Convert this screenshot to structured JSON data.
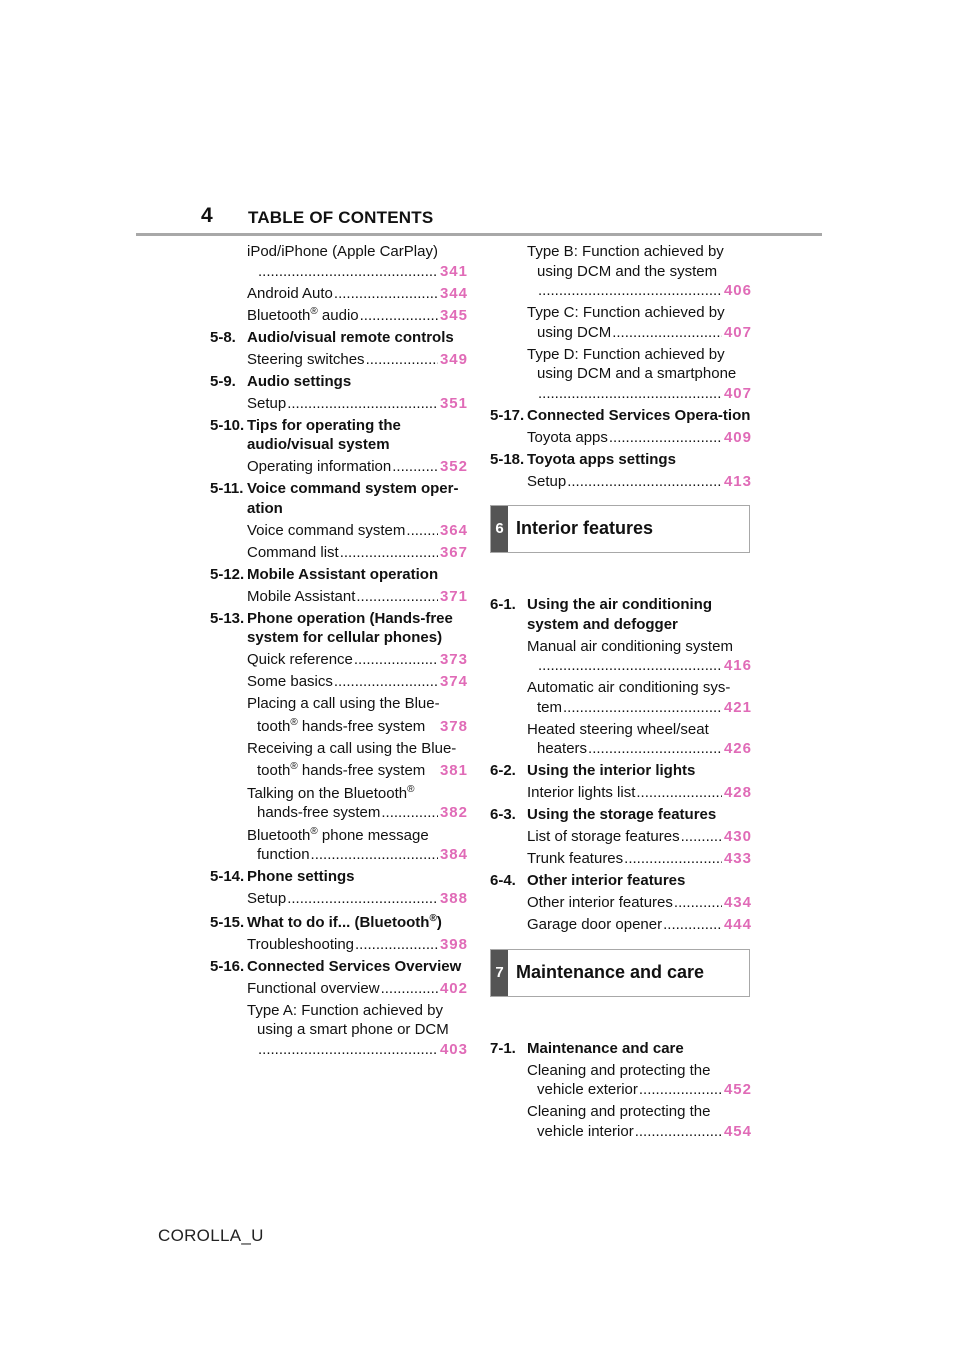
{
  "header": {
    "page_number": "4",
    "title": "TABLE OF CONTENTS"
  },
  "footer": {
    "code": "COROLLA_U"
  },
  "left": {
    "e1": {
      "text": "iPod/iPhone (Apple CarPlay)",
      "page": "341"
    },
    "e2": {
      "text": "Android Auto",
      "page": "344"
    },
    "e3": {
      "text": "Bluetooth",
      "reg": "®",
      "text_after": " audio",
      "page": "345"
    },
    "s58": {
      "num": "5-8.",
      "title": "Audio/visual remote controls"
    },
    "e4": {
      "text": "Steering switches",
      "page": "349"
    },
    "s59": {
      "num": "5-9.",
      "title": "Audio settings"
    },
    "e5": {
      "text": "Setup",
      "page": "351"
    },
    "s510": {
      "num": "5-10.",
      "title": "Tips for operating the audio/visual system"
    },
    "e6": {
      "text": "Operating information",
      "page": "352"
    },
    "s511": {
      "num": "5-11.",
      "title": "Voice command system oper-ation"
    },
    "e7": {
      "text": "Voice command system",
      "page": "364"
    },
    "e8": {
      "text": "Command list",
      "page": "367"
    },
    "s512": {
      "num": "5-12.",
      "title": "Mobile Assistant operation"
    },
    "e9": {
      "text": "Mobile Assistant",
      "page": "371"
    },
    "s513": {
      "num": "5-13.",
      "title": "Phone operation (Hands-free system for cellular phones)"
    },
    "e10": {
      "text": "Quick reference",
      "page": "373"
    },
    "e11": {
      "text": "Some basics",
      "page": "374"
    },
    "e12": {
      "line1": "Placing a call using the Blue-",
      "t1": "tooth",
      "reg": "®",
      "t2": " hands-free system",
      "page": "378"
    },
    "e13": {
      "line1": "Receiving a call using the Blue-",
      "t1": "tooth",
      "reg": "®",
      "t2": " hands-free system",
      "page": "381"
    },
    "e14": {
      "line1": "Talking on the Bluetooth",
      "reg": "®",
      "line2": "hands-free system",
      "page": "382"
    },
    "e15": {
      "line1": "Bluetooth",
      "reg": "®",
      "line1b": " phone message",
      "line2": "function",
      "page": "384"
    },
    "s514": {
      "num": "5-14.",
      "title": "Phone settings"
    },
    "e16": {
      "text": "Setup",
      "page": "388"
    },
    "s515": {
      "num": "5-15.",
      "title": "What to do if... (Bluetooth",
      "reg": "®",
      "close": ")"
    },
    "e17": {
      "text": "Troubleshooting",
      "page": "398"
    },
    "s516": {
      "num": "5-16.",
      "title": "Connected Services Overview"
    },
    "e18": {
      "text": "Functional overview",
      "page": "402"
    },
    "e19": {
      "line1": "Type A: Function achieved by",
      "line2": "using a smart phone or DCM",
      "page": "403"
    }
  },
  "right": {
    "e1": {
      "line1": "Type B: Function achieved by",
      "line2": "using DCM and the system",
      "page": "406"
    },
    "e2": {
      "line1": "Type C: Function achieved by",
      "line2": "using DCM",
      "page": "407"
    },
    "e3": {
      "line1": "Type D: Function achieved by",
      "line2": "using DCM and a smartphone",
      "page": "407"
    },
    "s517": {
      "num": "5-17.",
      "title": "Connected Services Opera-tion"
    },
    "e4": {
      "text": "Toyota apps",
      "page": "409"
    },
    "s518": {
      "num": "5-18.",
      "title": "Toyota apps settings"
    },
    "e5": {
      "text": "Setup",
      "page": "413"
    },
    "chap6": {
      "num": "6",
      "title": "Interior features"
    },
    "s61": {
      "num": "6-1.",
      "title": "Using the air conditioning system and defogger"
    },
    "e6": {
      "line1": "Manual air conditioning system",
      "page": "416"
    },
    "e7": {
      "line1": "Automatic air conditioning sys-",
      "line2": "tem",
      "page": "421"
    },
    "e8": {
      "line1": "Heated steering wheel/seat",
      "line2": "heaters",
      "page": "426"
    },
    "s62": {
      "num": "6-2.",
      "title": "Using the interior lights"
    },
    "e9": {
      "text": "Interior lights list",
      "page": "428"
    },
    "s63": {
      "num": "6-3.",
      "title": "Using the storage features"
    },
    "e10": {
      "text": "List of storage features",
      "page": "430"
    },
    "e11": {
      "text": "Trunk features",
      "page": "433"
    },
    "s64": {
      "num": "6-4.",
      "title": "Other interior features"
    },
    "e12": {
      "text": "Other interior features",
      "page": "434"
    },
    "e13": {
      "text": "Garage door opener",
      "page": "444"
    },
    "chap7": {
      "num": "7",
      "title": "Maintenance and care"
    },
    "s71": {
      "num": "7-1.",
      "title": "Maintenance and care"
    },
    "e14": {
      "line1": "Cleaning and protecting the",
      "line2": "vehicle exterior",
      "page": "452"
    },
    "e15": {
      "line1": "Cleaning and protecting the",
      "line2": "vehicle interior",
      "page": "454"
    }
  }
}
